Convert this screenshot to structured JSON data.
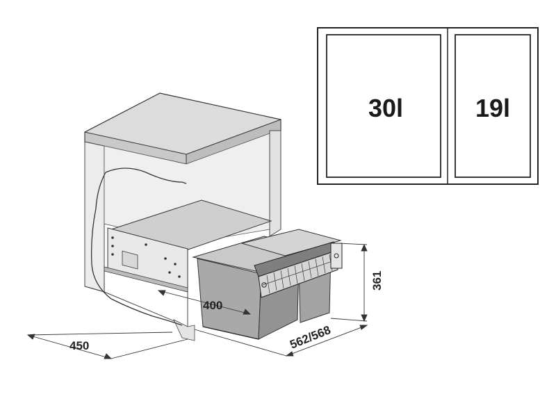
{
  "volumes": {
    "left": "30l",
    "right": "19l"
  },
  "dimensions": {
    "cabinet_width": "450",
    "pull_out_length": "400",
    "cabinet_depth": "562/568",
    "height": "361"
  },
  "colors": {
    "line": "#2a2a2a",
    "bin_fill": "#a9a9a9",
    "bin_dark": "#8e8e8e",
    "frame_fill": "#cfcfcf",
    "cabinet_fill": "#e6e6e6",
    "top_fill": "#d9d9d9",
    "outline": "#222222"
  }
}
